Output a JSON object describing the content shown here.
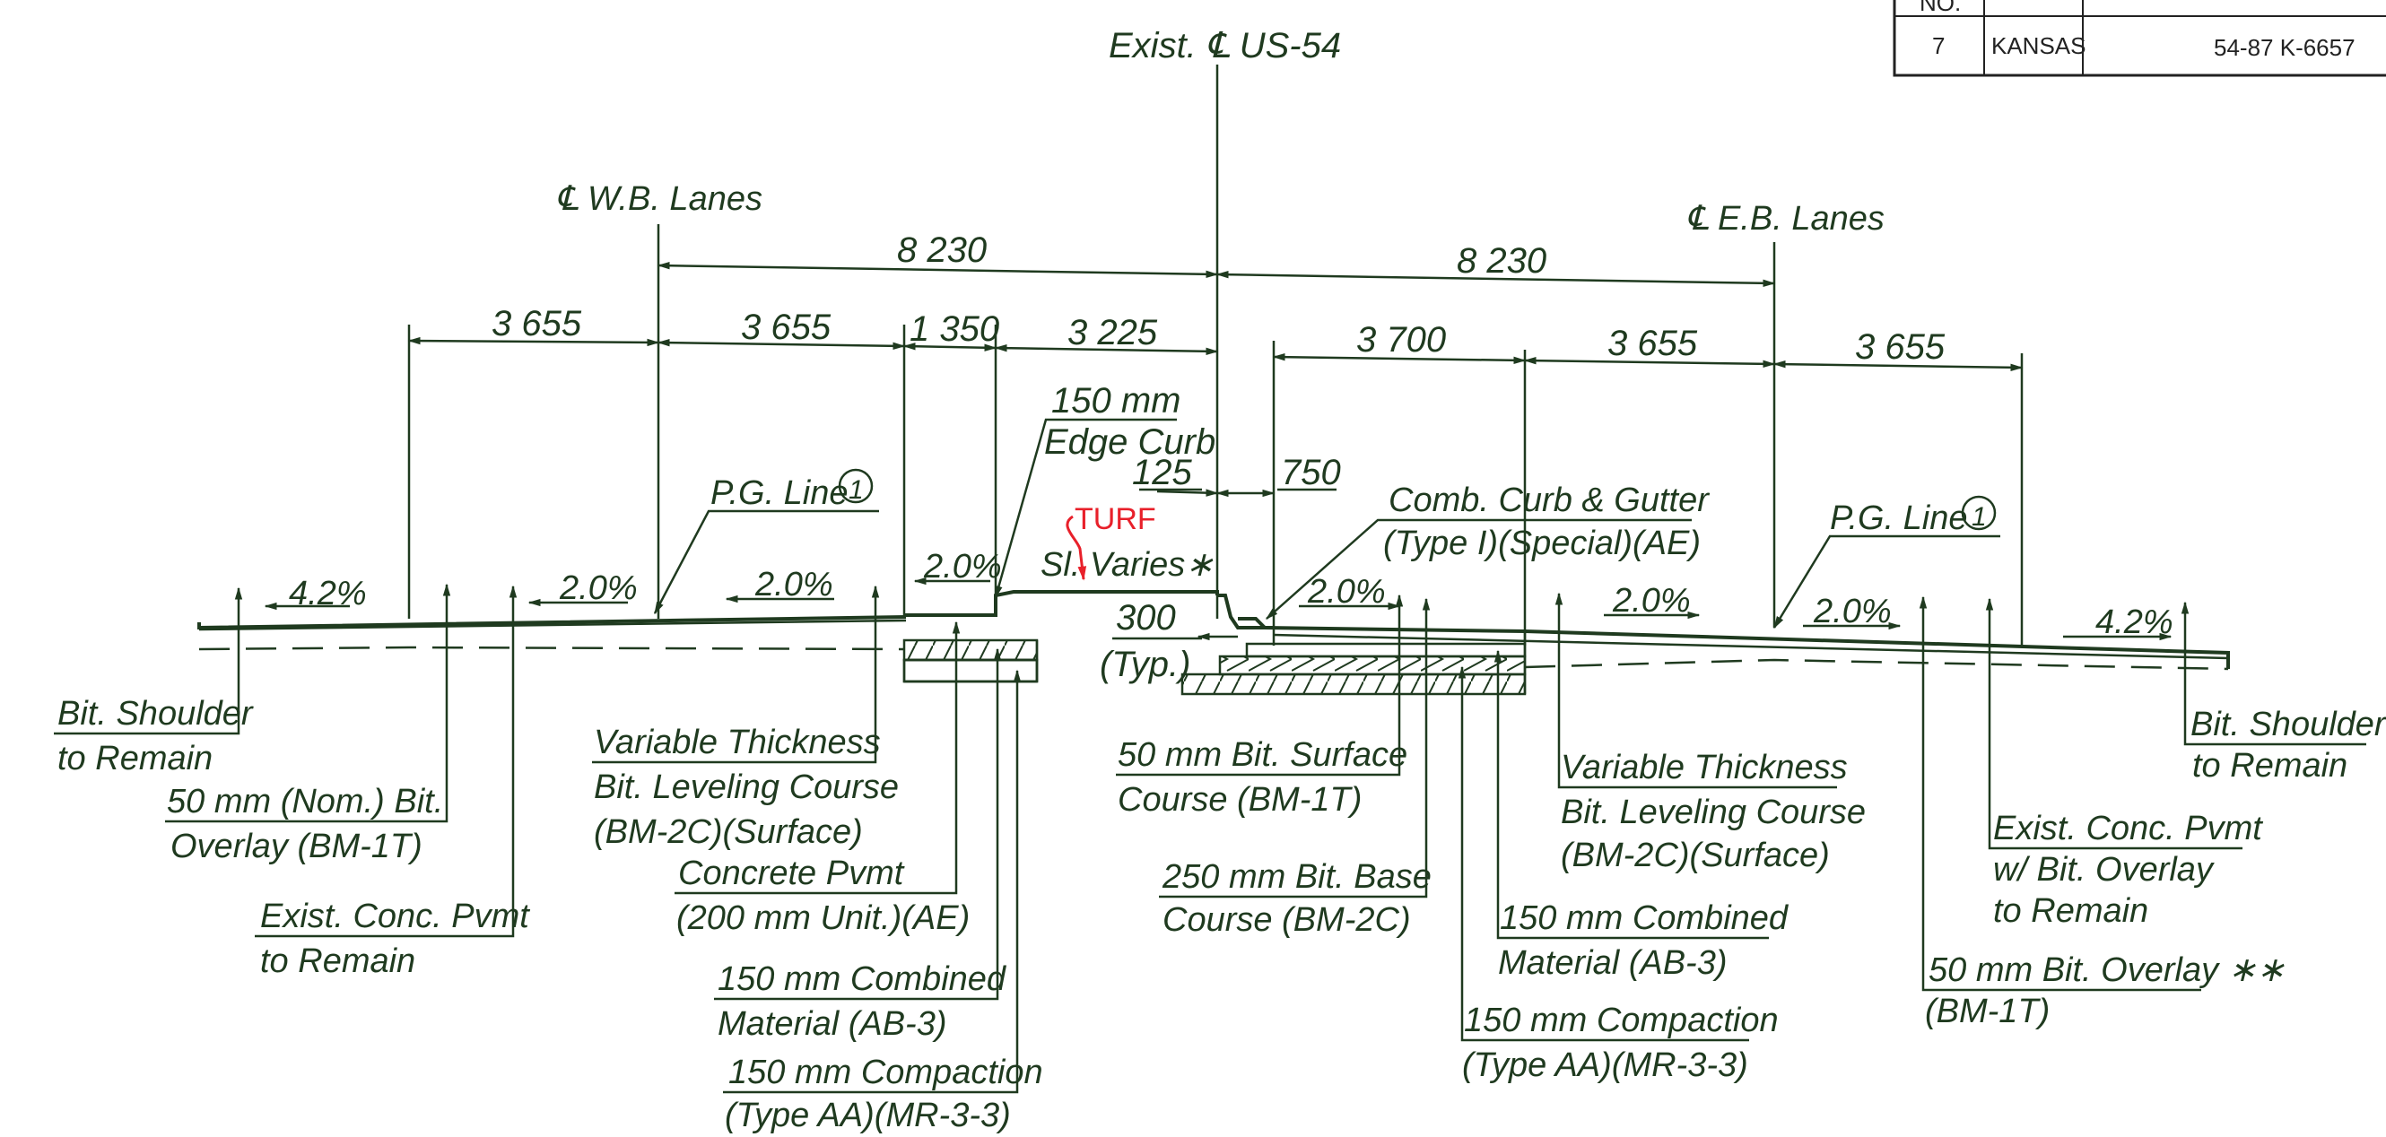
{
  "title_block": {
    "header_no": "NO.",
    "sheet_no": "7",
    "state": "KANSAS",
    "project": "54-87 K-6657"
  },
  "centerlines": {
    "us54": "Exist. ℄ US-54",
    "wb": "℄ W.B. Lanes",
    "eb": "℄ E.B. Lanes"
  },
  "dimensions": {
    "wb_half": "8 230",
    "eb_half": "8 230",
    "wb_outer_shoulder": "3 655",
    "wb_outer_lane": "3 655",
    "wb_inner": "1 350",
    "wb_median": "3 225",
    "eb_inner_lane": "3 700",
    "eb_outer_lane": "3 655",
    "eb_shoulder": "3 655",
    "curb_125": "125",
    "curb_750": "750",
    "gutter_300": "300",
    "typ": "(Typ.)"
  },
  "slopes": {
    "s1": "4.2%",
    "s2": "2.0%",
    "s3": "2.0%",
    "s4": "2.0%",
    "s5": "2.0%",
    "s6": "2.0%",
    "s7": "2.0%",
    "s8": "4.2%",
    "median": "Sl. Varies∗"
  },
  "annotations": {
    "turf": "TURF",
    "pg_line_left": "P.G. Line",
    "pg_line_right": "P.G. Line",
    "pg_mark": "1",
    "edge_curb_1": "150 mm",
    "edge_curb_2": "Edge Curb",
    "comb_curb_1": "Comb. Curb & Gutter",
    "comb_curb_2": "(Type I)(Special)(AE)",
    "bit_shoulder_l1": "Bit. Shoulder",
    "bit_shoulder_l2": "to Remain",
    "overlay_l1": "50 mm (Nom.) Bit.",
    "overlay_l2": "Overlay (BM-1T)",
    "exist_conc_l1": "Exist. Conc. Pvmt",
    "exist_conc_l2": "to Remain",
    "var_thick_l1": "Variable Thickness",
    "var_thick_l2": "Bit. Leveling Course",
    "var_thick_l3": "(BM-2C)(Surface)",
    "concrete_l1": "Concrete Pvmt",
    "concrete_l2": "(200 mm Unit.)(AE)",
    "comb_mat_l1": "150 mm Combined",
    "comb_mat_l2": "Material (AB-3)",
    "compaction_l1": "150 mm Compaction",
    "compaction_l2": "(Type AA)(MR-3-3)",
    "bit_surface_1": "50 mm Bit. Surface",
    "bit_surface_2": "Course (BM-1T)",
    "bit_base_1": "250 mm Bit. Base",
    "bit_base_2": "Course (BM-2C)",
    "r_var_thick_l1": "Variable Thickness",
    "r_var_thick_l2": "Bit. Leveling Course",
    "r_var_thick_l3": "(BM-2C)(Surface)",
    "r_comb_mat_l1": "150 mm Combined",
    "r_comb_mat_l2": "Material (AB-3)",
    "r_compaction_l1": "150 mm Compaction",
    "r_compaction_l2": "(Type AA)(MR-3-3)",
    "r_exist_l1": "Exist. Conc. Pvmt",
    "r_exist_l2": "w/ Bit. Overlay",
    "r_exist_l3": "to Remain",
    "r_overlay_l1": "50 mm Bit. Overlay ∗∗",
    "r_overlay_l2": "(BM-1T)",
    "bit_shoulder_r1": "Bit. Shoulder",
    "bit_shoulder_r2": "to Remain"
  },
  "colors": {
    "ink": "#1f3a1f",
    "redline": "#e8202a"
  }
}
